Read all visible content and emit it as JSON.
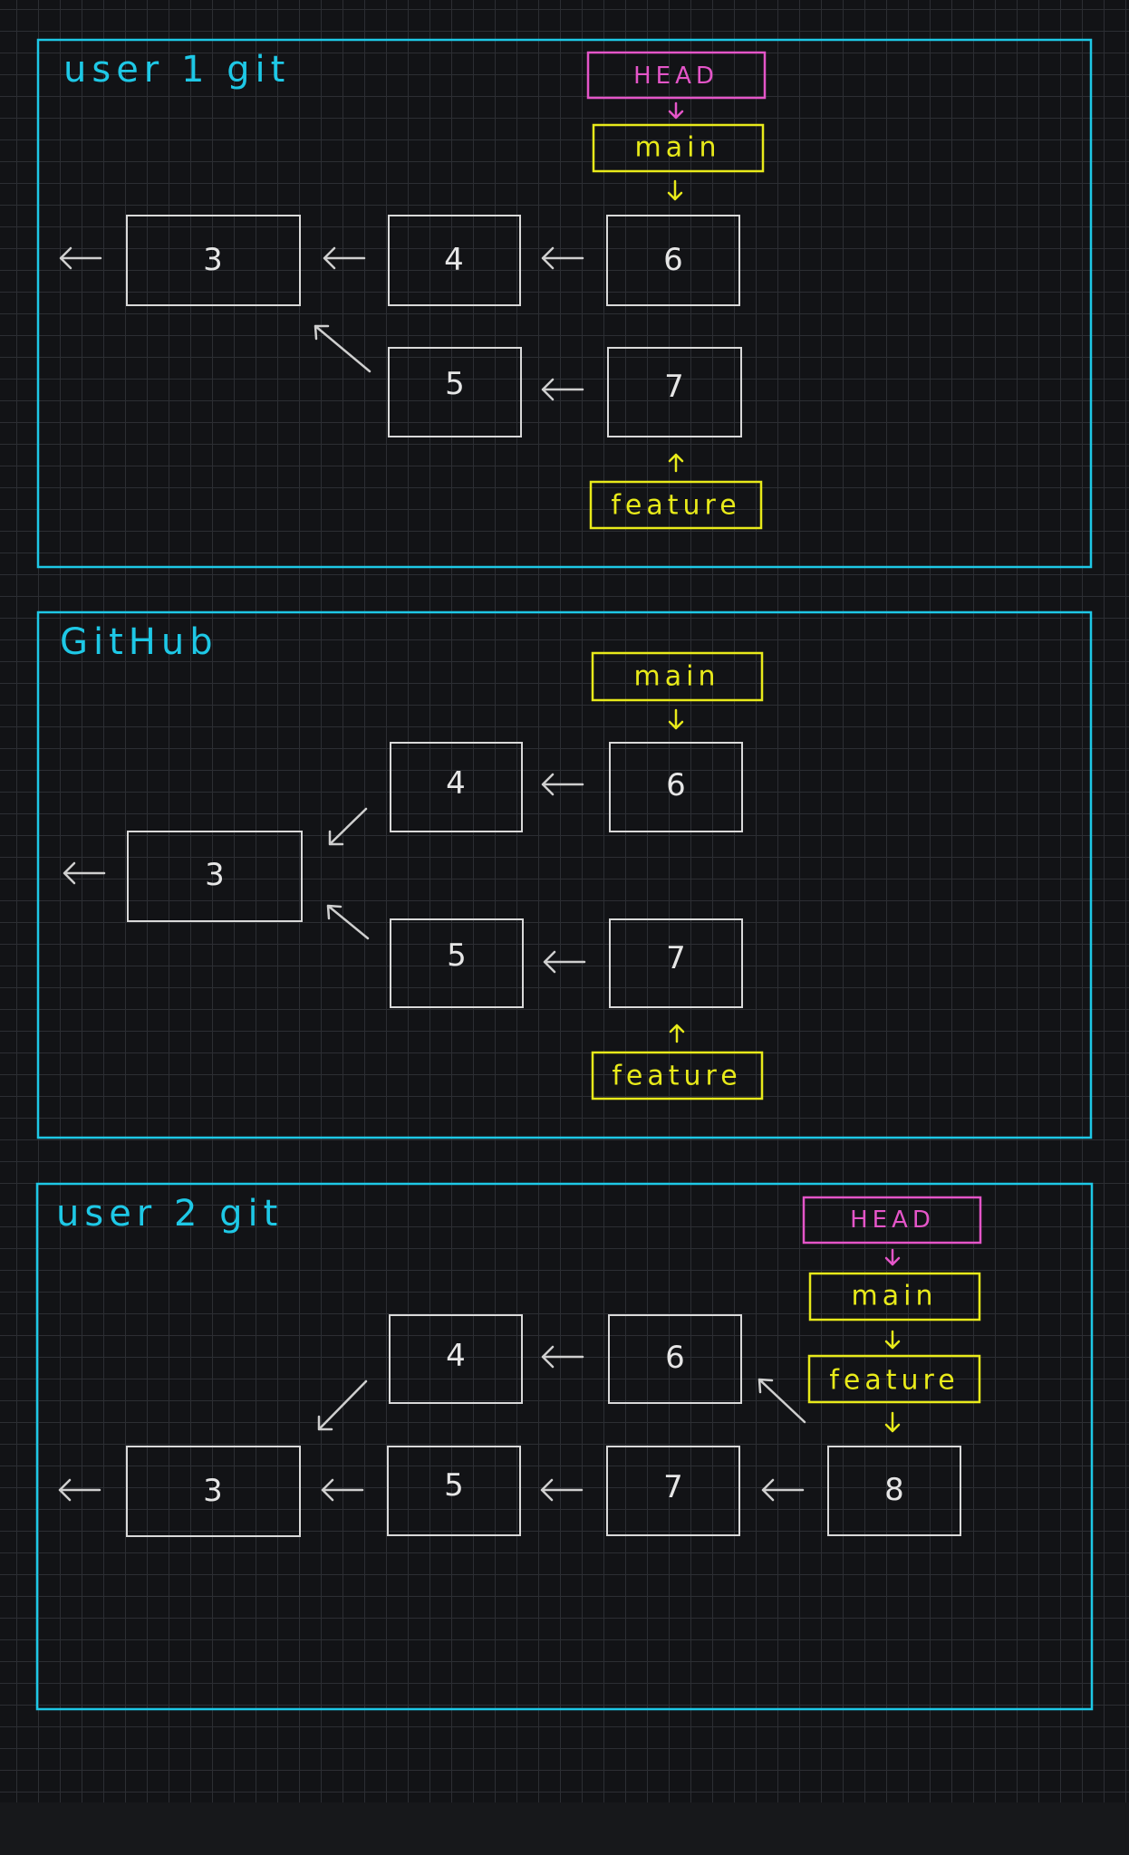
{
  "colors": {
    "background": "#121316",
    "panel_border": "#1ec8e6",
    "commit": "#d9d9d9",
    "head": "#e455c8",
    "branch": "#e8ea1a"
  },
  "panels": [
    {
      "id": "user1",
      "title": "user  1  git",
      "commits": [
        {
          "id": "c3",
          "label": "3"
        },
        {
          "id": "c4",
          "label": "4"
        },
        {
          "id": "c6",
          "label": "6"
        },
        {
          "id": "c5",
          "label": "5"
        },
        {
          "id": "c7",
          "label": "7"
        }
      ],
      "refs": [
        {
          "id": "head",
          "label": "HEAD",
          "kind": "head"
        },
        {
          "id": "main",
          "label": "main",
          "kind": "branch"
        },
        {
          "id": "feature",
          "label": "feature",
          "kind": "branch"
        }
      ]
    },
    {
      "id": "github",
      "title": "GitHub",
      "commits": [
        {
          "id": "c4",
          "label": "4"
        },
        {
          "id": "c6",
          "label": "6"
        },
        {
          "id": "c3",
          "label": "3"
        },
        {
          "id": "c5",
          "label": "5"
        },
        {
          "id": "c7",
          "label": "7"
        }
      ],
      "refs": [
        {
          "id": "main",
          "label": "main",
          "kind": "branch"
        },
        {
          "id": "feature",
          "label": "feature",
          "kind": "branch"
        }
      ]
    },
    {
      "id": "user2",
      "title": "user  2  git",
      "commits": [
        {
          "id": "c4",
          "label": "4"
        },
        {
          "id": "c6",
          "label": "6"
        },
        {
          "id": "c3",
          "label": "3"
        },
        {
          "id": "c5",
          "label": "5"
        },
        {
          "id": "c7",
          "label": "7"
        },
        {
          "id": "c8",
          "label": "8"
        }
      ],
      "refs": [
        {
          "id": "head",
          "label": "HEAD",
          "kind": "head"
        },
        {
          "id": "main",
          "label": "main",
          "kind": "branch"
        },
        {
          "id": "feature",
          "label": "feature",
          "kind": "branch"
        }
      ]
    }
  ]
}
